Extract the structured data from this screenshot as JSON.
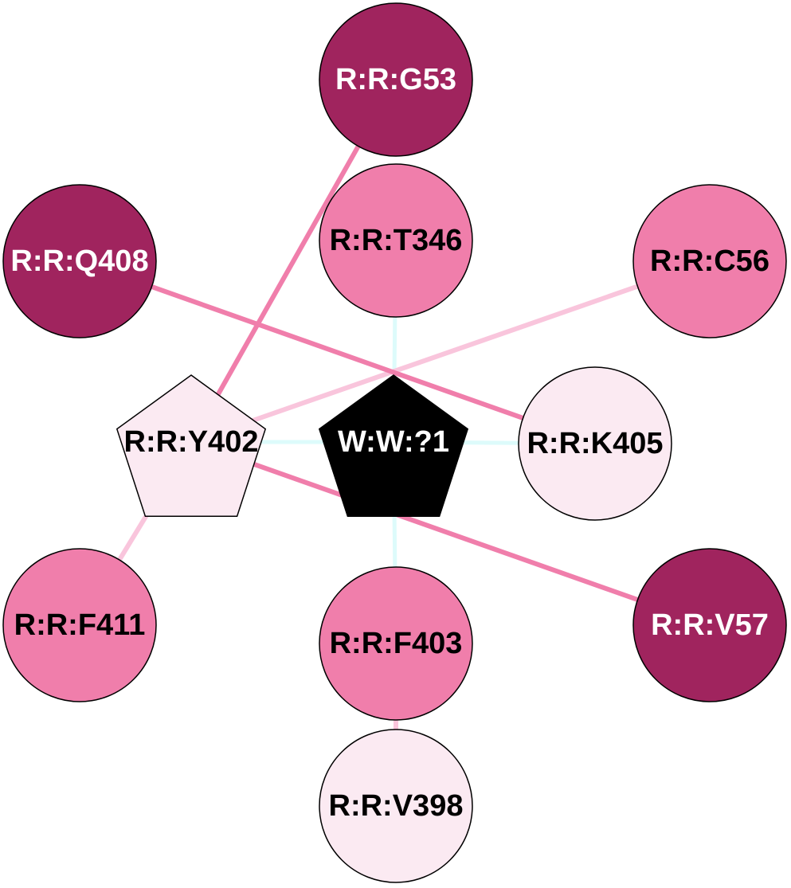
{
  "colors": {
    "dark_node": "#a0245e",
    "mid_node": "#f07eab",
    "light_node": "#fbeaf2",
    "center_node": "#000000",
    "edge_strong": "#f07eab",
    "edge_weak": "#f9c5dc",
    "edge_water": "#ddfbfb",
    "stroke": "#000000"
  },
  "nodes": [
    {
      "id": "G53",
      "label": "R:R:G53",
      "shape": "circle",
      "fill": "dark",
      "text_color": "#ffffff"
    },
    {
      "id": "T346",
      "label": "R:R:T346",
      "shape": "circle",
      "fill": "mid",
      "text_color": "#000000"
    },
    {
      "id": "Q408",
      "label": "R:R:Q408",
      "shape": "circle",
      "fill": "dark",
      "text_color": "#ffffff"
    },
    {
      "id": "C56",
      "label": "R:R:C56",
      "shape": "circle",
      "fill": "mid",
      "text_color": "#000000"
    },
    {
      "id": "Y402",
      "label": "R:R:Y402",
      "shape": "pentagon",
      "fill": "light",
      "text_color": "#000000"
    },
    {
      "id": "W1",
      "label": "W:W:?1",
      "shape": "pentagon",
      "fill": "center",
      "text_color": "#ffffff"
    },
    {
      "id": "K405",
      "label": "R:R:K405",
      "shape": "circle",
      "fill": "light",
      "text_color": "#000000"
    },
    {
      "id": "F411",
      "label": "R:R:F411",
      "shape": "circle",
      "fill": "mid",
      "text_color": "#000000"
    },
    {
      "id": "F403",
      "label": "R:R:F403",
      "shape": "circle",
      "fill": "mid",
      "text_color": "#000000"
    },
    {
      "id": "V57",
      "label": "R:R:V57",
      "shape": "circle",
      "fill": "dark",
      "text_color": "#ffffff"
    },
    {
      "id": "V398",
      "label": "R:R:V398",
      "shape": "circle",
      "fill": "light",
      "text_color": "#000000"
    }
  ],
  "edges": [
    {
      "source": "W1",
      "target": "T346",
      "type": "water"
    },
    {
      "source": "W1",
      "target": "F403",
      "type": "water"
    },
    {
      "source": "W1",
      "target": "K405",
      "type": "water"
    },
    {
      "source": "W1",
      "target": "Y402",
      "type": "water"
    },
    {
      "source": "Y402",
      "target": "G53",
      "type": "strong"
    },
    {
      "source": "Y402",
      "target": "C56",
      "type": "weak"
    },
    {
      "source": "Y402",
      "target": "V57",
      "type": "strong"
    },
    {
      "source": "Y402",
      "target": "F411",
      "type": "weak"
    },
    {
      "source": "Q408",
      "target": "K405",
      "type": "strong"
    },
    {
      "source": "F403",
      "target": "V398",
      "type": "weak"
    }
  ]
}
